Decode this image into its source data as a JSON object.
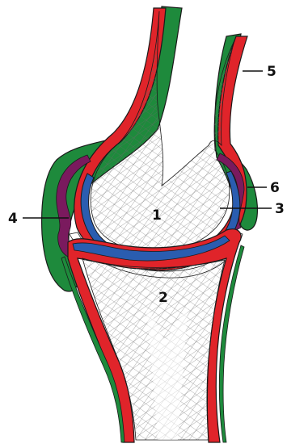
{
  "labels": {
    "l1": "1",
    "l2": "2",
    "l3": "3",
    "l4": "4",
    "l5": "5",
    "l6": "6"
  },
  "colors": {
    "capsule_green": "#1e8a3c",
    "periosteum_red": "#e0242a",
    "cartilage_blue": "#2a5db0",
    "synovial_purple": "#7a1a5e",
    "bone_mesh": "#555555",
    "outline": "#1a1a1a"
  }
}
